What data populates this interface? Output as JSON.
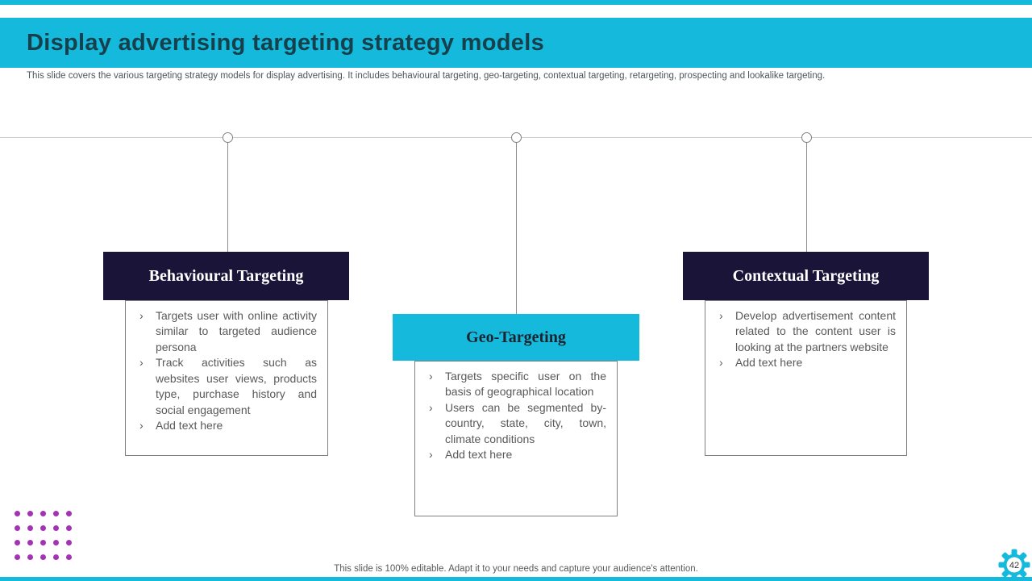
{
  "slide": {
    "title": "Display advertising targeting strategy models",
    "subtitle": "This slide covers the various targeting strategy models for display advertising. It includes behavioural targeting, geo-targeting, contextual targeting, retargeting, prospecting and lookalike targeting.",
    "footer_note": "This slide is 100% editable. Adapt it to your needs and capture your audience's attention.",
    "slide_number": "42",
    "bullet_glyph": "›"
  },
  "colors": {
    "accent_cyan": "#14B9DC",
    "dark_navy": "#1A1438",
    "title_ink": "#15404C",
    "body_text_gray": "#595959",
    "dot_purple": "#A233B1"
  },
  "cards": [
    {
      "title": "Behavioural Targeting",
      "theme": "navy",
      "bullets": [
        "Targets user with online activity similar to targeted audience persona",
        "Track activities such as websites user views, products type, purchase history and social engagement",
        "Add text here"
      ]
    },
    {
      "title": "Geo-Targeting",
      "theme": "cyan",
      "bullets": [
        "Targets specific user on the basis of geographical location",
        "Users can be segmented by- country, state, city, town, climate conditions",
        "Add text here"
      ]
    },
    {
      "title": "Contextual Targeting",
      "theme": "navy",
      "bullets": [
        "Develop advertisement content related to the content user is looking at the partners website",
        "Add text here"
      ]
    }
  ]
}
